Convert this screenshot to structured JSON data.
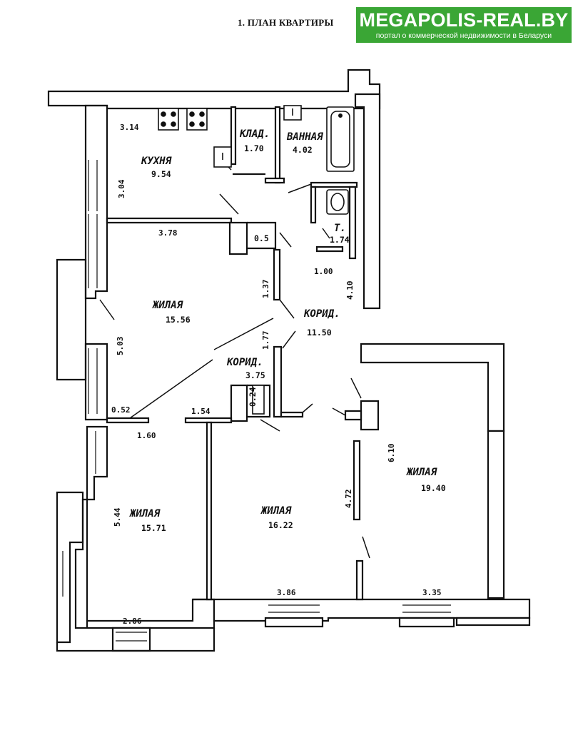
{
  "doc_title": "1. ПЛАН КВАРТИРЫ",
  "logo": {
    "title": "MEGAPOLIS-REAL.BY",
    "subtitle": "портал о коммерческой недвижимости в Беларуси",
    "color": "#3aa635"
  },
  "rooms": {
    "kitchen": {
      "name": "КУХНЯ",
      "area": "9.54"
    },
    "pantry": {
      "name": "КЛАД.",
      "area": "1.70"
    },
    "bathroom": {
      "name": "ВАННАЯ",
      "area": "4.02"
    },
    "toilet": {
      "name": "Т.",
      "area": "1.74"
    },
    "closet1": {
      "area": "0.5"
    },
    "closet2": {
      "area": "0.24"
    },
    "living_top": {
      "name": "ЖИЛАЯ",
      "area": "15.56"
    },
    "hall_main": {
      "name": "КОРИД.",
      "area": "11.50"
    },
    "hall_small": {
      "name": "КОРИД.",
      "area": "3.75"
    },
    "living_left": {
      "name": "ЖИЛАЯ",
      "area": "15.71"
    },
    "living_mid": {
      "name": "ЖИЛАЯ",
      "area": "16.22"
    },
    "living_right": {
      "name": "ЖИЛАЯ",
      "area": "19.40"
    }
  },
  "dimensions": {
    "kitchen_w": "3.14",
    "kitchen_h": "3.04",
    "living_top_w": "3.78",
    "living_top_h": "5.03",
    "hall_a": "1.37",
    "hall_b": "1.77",
    "toilet_w": "1.00",
    "hall_main_h": "4.10",
    "hall_left": "0.52",
    "left_room_w_top": "1.60",
    "mid_room_w_top": "1.54",
    "left_room_h": "5.44",
    "left_room_w_bottom": "2.86",
    "mid_room_w_bottom": "3.86",
    "mid_room_h": "4.72",
    "right_room_h": "6.10",
    "right_room_w": "3.35"
  }
}
